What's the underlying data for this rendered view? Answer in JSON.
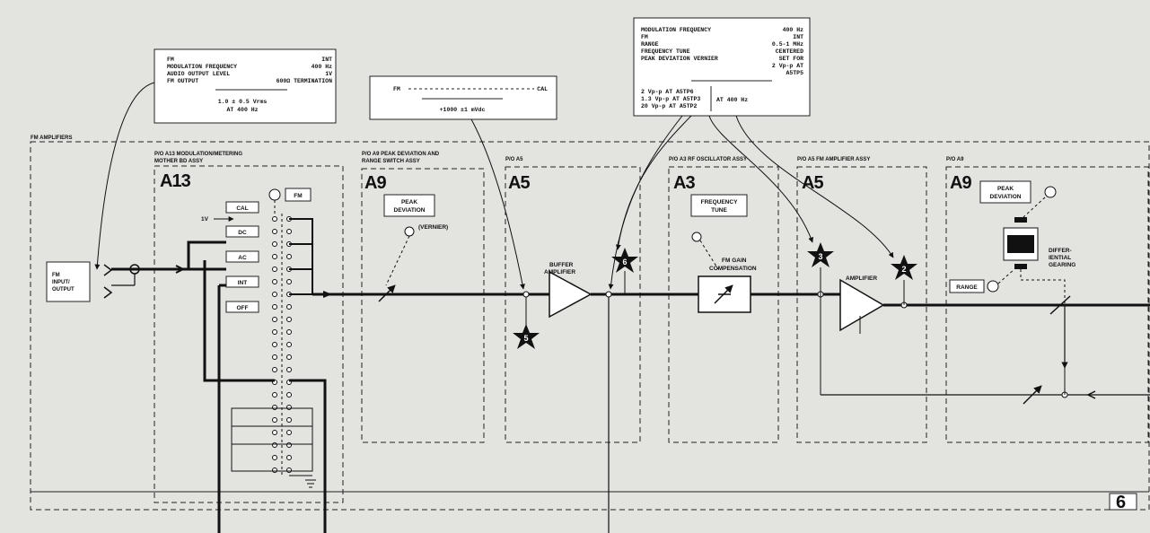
{
  "diagram_title": "FM AMPLIFIERS",
  "page_number": "6",
  "settings_box_1": {
    "lines": [
      {
        "label": "FM",
        "value": "INT"
      },
      {
        "label": "MODULATION FREQUENCY",
        "value": "400 Hz"
      },
      {
        "label": "AUDIO OUTPUT LEVEL",
        "value": "1V"
      },
      {
        "label": "FM OUTPUT",
        "value": "600Ω TERMINATION"
      }
    ],
    "result_1": "1.0 ± 0.5  Vrms",
    "result_2": "AT 400 Hz"
  },
  "settings_box_2": {
    "line_label": "FM",
    "line_value": "CAL",
    "result": "+1000 ±1 mVdc"
  },
  "settings_box_3": {
    "lines": [
      {
        "label": "MODULATION FREQUENCY",
        "value": "400 Hz"
      },
      {
        "label": "FM",
        "value": "INT"
      },
      {
        "label": "RANGE",
        "value": "0.5-1 MHz"
      },
      {
        "label": "FREQUENCY TUNE",
        "value": "CENTERED"
      },
      {
        "label": "PEAK DEVIATION VERNIER",
        "value": "SET FOR"
      }
    ],
    "extra_1": "2 Vp-p AT",
    "extra_2": "A5TP5",
    "results": [
      "2 Vp-p AT A5TP6",
      "1.3 Vp-p AT A5TP3",
      "20 Vp-p AT A5TP2"
    ],
    "results_note": "AT 400 Hz"
  },
  "input": {
    "label_1": "FM",
    "label_2": "INPUT/",
    "label_3": "OUTPUT"
  },
  "blocks": [
    {
      "title_1": "P/O A13 MODULATION/METERING",
      "title_2": "MOTHER BD ASSY",
      "ref": "A13"
    },
    {
      "title_1": "P/O A9 PEAK DEVIATION AND",
      "title_2": "RANGE SWITCH ASSY",
      "ref": "A9"
    },
    {
      "title_1": "P/O A5",
      "title_2": "",
      "ref": "A5"
    },
    {
      "title_1": "P/O A3 RF OSCILLATOR ASSY",
      "title_2": "",
      "ref": "A3"
    },
    {
      "title_1": "P/O A5 FM AMPLIFIER ASSY",
      "title_2": "",
      "ref": "A5"
    },
    {
      "title_1": "P/O A9",
      "title_2": "",
      "ref": "A9"
    }
  ],
  "a13": {
    "switch_label": "FM",
    "positions": [
      "CAL",
      "DC",
      "AC",
      "INT",
      "OFF"
    ],
    "level": "1V"
  },
  "a9_left": {
    "control_1": "PEAK",
    "control_2": "DEVIATION",
    "vernier": "(VERNIER)"
  },
  "a5_left": {
    "amp_1": "BUFFER",
    "amp_2": "AMPLIFIER",
    "tp_a": "5",
    "tp_b": "6"
  },
  "a3": {
    "control_1": "FREQUENCY",
    "control_2": "TUNE",
    "comp_1": "FM GAIN",
    "comp_2": "COMPENSATION"
  },
  "a5_right": {
    "amp": "AMPLIFIER",
    "tp_a": "3",
    "tp_b": "2"
  },
  "a9_right": {
    "control_1": "PEAK",
    "control_2": "DEVIATION",
    "range": "RANGE",
    "gear_1": "DIFFER-",
    "gear_2": "IENTIAL",
    "gear_3": "GEARING"
  }
}
